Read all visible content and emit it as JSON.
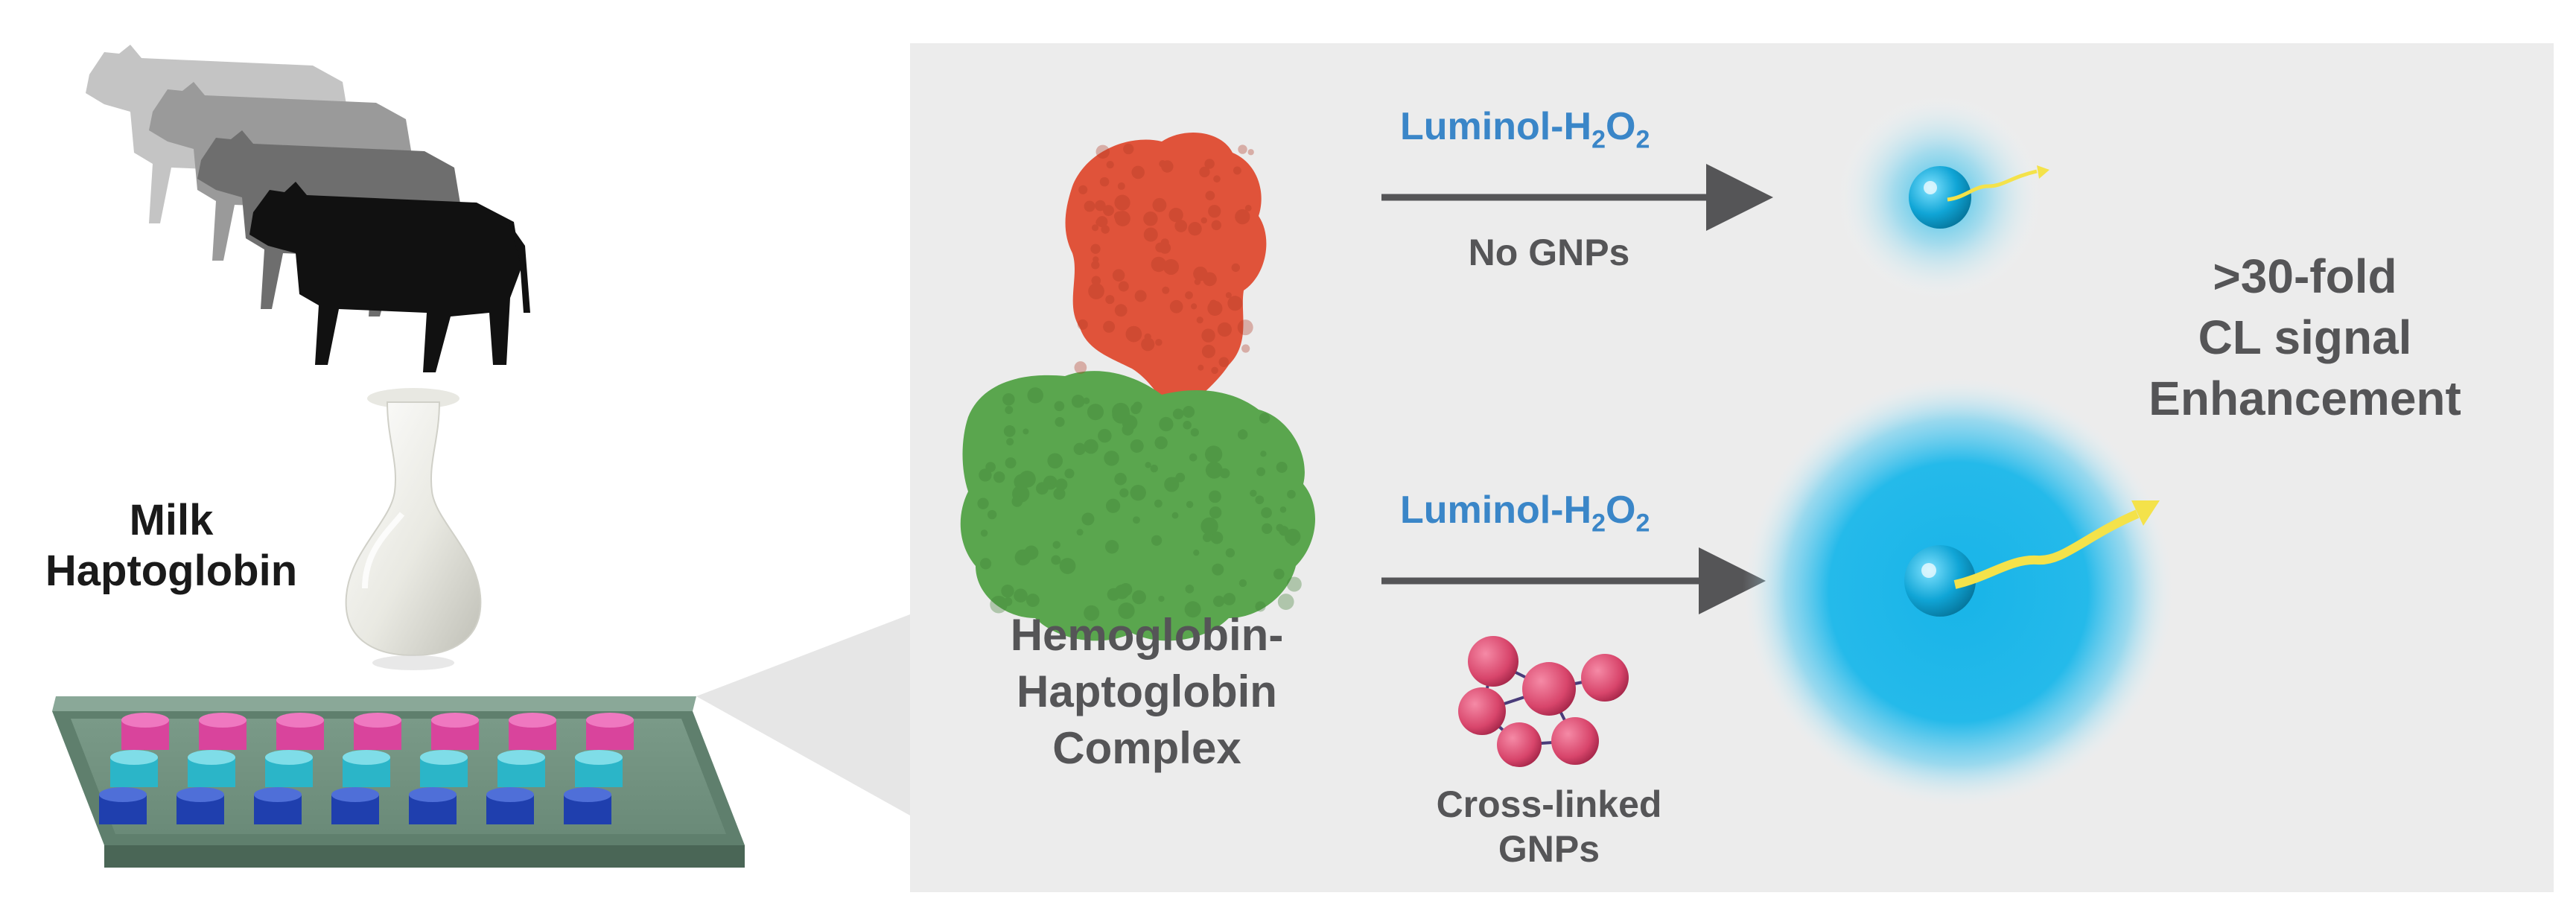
{
  "left_panel": {
    "label_line1": "Milk",
    "label_line2": "Haptoglobin"
  },
  "right_panel": {
    "top_reagent": "Luminol-H",
    "top_reagent_sub1": "2",
    "top_reagent_mid": "O",
    "top_reagent_sub2": "2",
    "top_condition": "No GNPs",
    "bottom_reagent": "Luminol-H",
    "bottom_reagent_sub1": "2",
    "bottom_reagent_mid": "O",
    "bottom_reagent_sub2": "2",
    "bottom_condition_line1": "Cross-linked",
    "bottom_condition_line2": "GNPs",
    "complex_line1": "Hemoglobin-",
    "complex_line2": "Haptoglobin",
    "complex_line3": "Complex",
    "result_line1": ">30-fold",
    "result_line2": "CL signal",
    "result_line3": "Enhancement"
  },
  "colors": {
    "panel_bg": "#ececec",
    "hemoglobin": "#e0533a",
    "haptoglobin": "#5aa64e",
    "glow": "#19b6e6",
    "gnp": "#d8456b",
    "arrow": "#555557",
    "emission": "#f4e24a",
    "reagent_text": "#3a86c8"
  },
  "icons": [
    "cow-silhouette-icon",
    "milk-drop-icon",
    "well-plate-icon",
    "protein-complex-icon",
    "gnp-cluster-icon",
    "glow-particle-icon"
  ]
}
